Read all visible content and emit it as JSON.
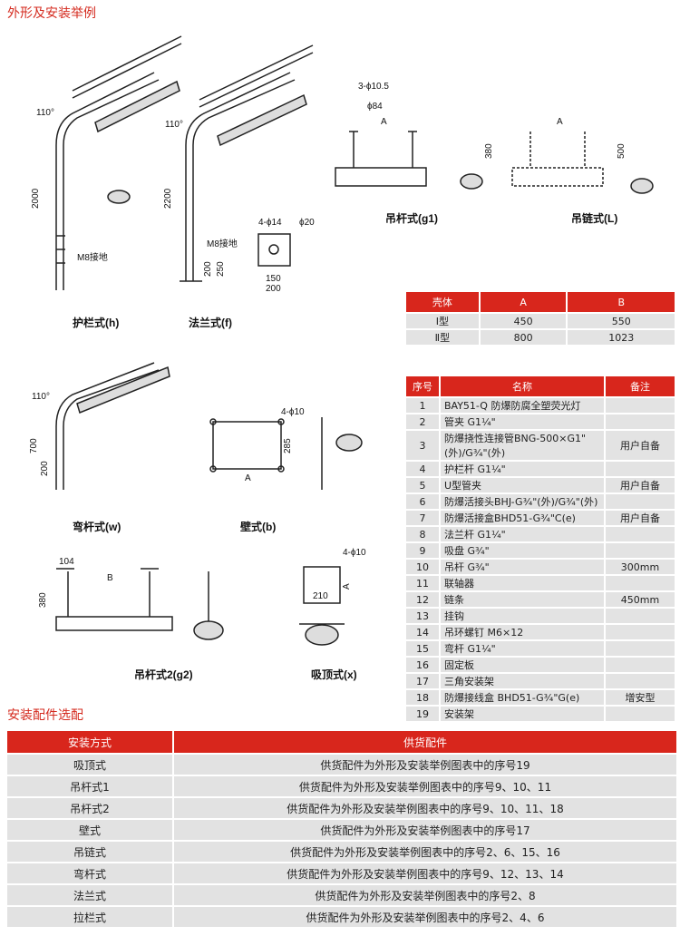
{
  "section1_title": "外形及安装举例",
  "section2_title": "安装配件选配",
  "diagrams": {
    "h": {
      "caption": "护栏式(h)",
      "angle": "110°",
      "height": "2000",
      "ground": "M8接地"
    },
    "f": {
      "caption": "法兰式(f)",
      "angle": "110°",
      "height": "2200",
      "ground": "M8接地",
      "dim1": "200",
      "dim2": "250"
    },
    "flange": {
      "holes": "4-ϕ14",
      "dia": "ϕ20",
      "d150": "150",
      "d200": "200"
    },
    "g1": {
      "caption": "吊杆式(g1)",
      "holes": "3-ϕ10.5",
      "dia": "ϕ84",
      "a": "A",
      "h": "380"
    },
    "L": {
      "caption": "吊链式(L)",
      "a": "A",
      "h": "500"
    },
    "w": {
      "caption": "弯杆式(w)",
      "angle": "110°",
      "h": "700",
      "d": "200"
    },
    "b": {
      "caption": "壁式(b)",
      "holes": "4-ϕ10",
      "h": "285",
      "a": "A"
    },
    "g2": {
      "caption": "吊杆式2(g2)",
      "w": "104",
      "b": "B",
      "h": "380"
    },
    "x": {
      "caption": "吸顶式(x)",
      "holes": "4-ϕ10",
      "w": "210",
      "a": "A"
    }
  },
  "shell_table": {
    "headers": [
      "壳体",
      "A",
      "B"
    ],
    "rows": [
      [
        "Ⅰ型",
        "450",
        "550"
      ],
      [
        "Ⅱ型",
        "800",
        "1023"
      ]
    ]
  },
  "parts_table": {
    "headers": [
      "序号",
      "名称",
      "备注"
    ],
    "rows": [
      [
        "1",
        "BAY51-Q 防爆防腐全塑荧光灯",
        ""
      ],
      [
        "2",
        "管夹 G1¼\"",
        ""
      ],
      [
        "3",
        "防爆挠性连接管BNG-500×G1\" (外)/G¾\"(外)",
        "用户自备"
      ],
      [
        "4",
        "护栏杆 G1¼\"",
        ""
      ],
      [
        "5",
        "U型管夹",
        "用户自备"
      ],
      [
        "6",
        "防爆活接头BHJ-G¾\"(外)/G¾\"(外)",
        ""
      ],
      [
        "7",
        "防爆活接盒BHD51-G¾\"C(e)",
        "用户自备"
      ],
      [
        "8",
        "法兰杆 G1¼\"",
        ""
      ],
      [
        "9",
        "吸盘 G¾\"",
        ""
      ],
      [
        "10",
        "吊杆 G¾\"",
        "300mm"
      ],
      [
        "11",
        "联轴器",
        ""
      ],
      [
        "12",
        "链条",
        "450mm"
      ],
      [
        "13",
        "挂钩",
        ""
      ],
      [
        "14",
        "吊环螺钉 M6×12",
        ""
      ],
      [
        "15",
        "弯杆 G1¼\"",
        ""
      ],
      [
        "16",
        "固定板",
        ""
      ],
      [
        "17",
        "三角安装架",
        ""
      ],
      [
        "18",
        "防爆接线盒 BHD51-G¾\"G(e)",
        "增安型"
      ],
      [
        "19",
        "安装架",
        ""
      ]
    ]
  },
  "accessory_table": {
    "headers": [
      "安装方式",
      "供货配件"
    ],
    "rows": [
      [
        "吸顶式",
        "供货配件为外形及安装举例图表中的序号19"
      ],
      [
        "吊杆式1",
        "供货配件为外形及安装举例图表中的序号9、10、11"
      ],
      [
        "吊杆式2",
        "供货配件为外形及安装举例图表中的序号9、10、11、18"
      ],
      [
        "壁式",
        "供货配件为外形及安装举例图表中的序号17"
      ],
      [
        "吊链式",
        "供货配件为外形及安装举例图表中的序号2、6、15、16"
      ],
      [
        "弯杆式",
        "供货配件为外形及安装举例图表中的序号9、12、13、14"
      ],
      [
        "法兰式",
        "供货配件为外形及安装举例图表中的序号2、8"
      ],
      [
        "拉栏式",
        "供货配件为外形及安装举例图表中的序号2、4、6"
      ]
    ]
  }
}
